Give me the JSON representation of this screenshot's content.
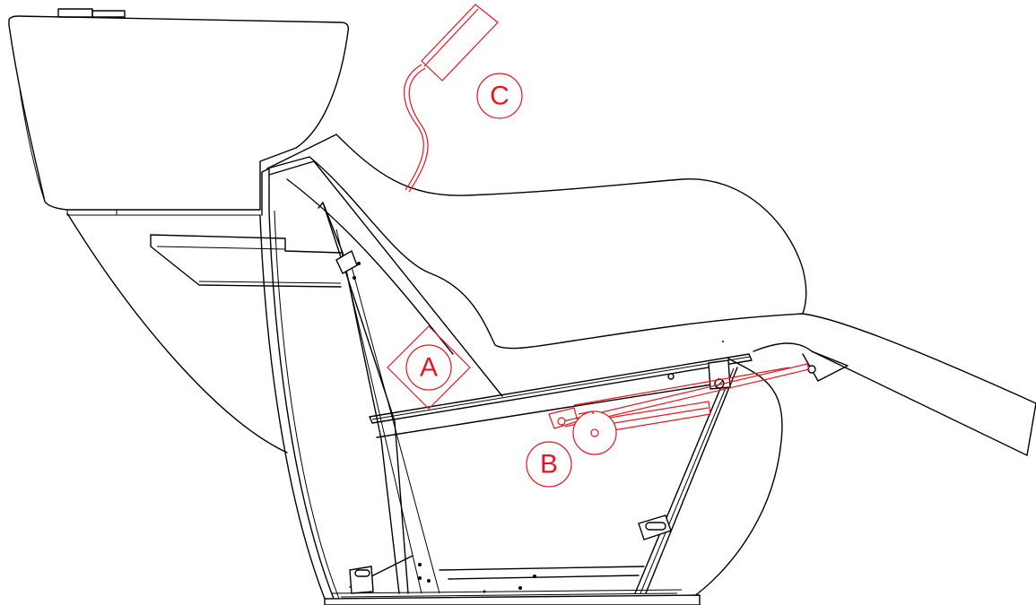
{
  "callouts": {
    "a": {
      "letter": "A"
    },
    "b": {
      "letter": "B"
    },
    "c": {
      "letter": "C"
    }
  },
  "colors": {
    "line": "#000000",
    "highlight": "#e8141e",
    "background": "#ffffff"
  }
}
